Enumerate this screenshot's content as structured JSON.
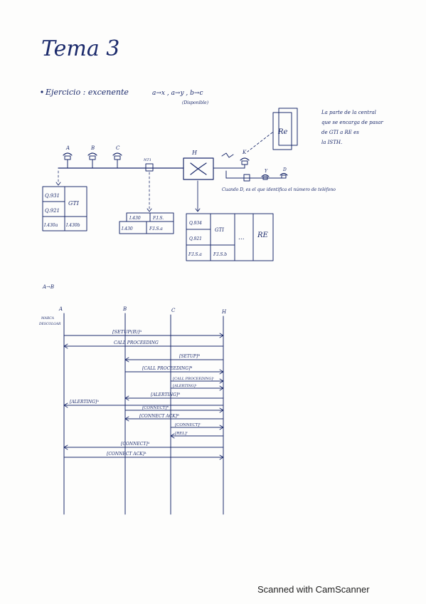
{
  "title": "Tema 3",
  "exercise": {
    "label": "Ejercicio : excenente",
    "connections": "a→x , a→y , b→c",
    "note": "(Disponible)"
  },
  "side_note": [
    "La parte de la central",
    "que se encarga de pasar",
    "de GTI a RE es",
    "la ISTH."
  ],
  "d_note": "Cuando D, es el que identifica el número de teléfono",
  "nodes": {
    "a": "A",
    "b": "B",
    "c": "C",
    "nt": "NT1",
    "x": "K",
    "y": "Y",
    "h": "H",
    "d": "D"
  },
  "box_left": {
    "r1": "Q.931",
    "r2": "Q.921",
    "r3a": "I.430a",
    "r3b": "I.430b",
    "gti": "GTI"
  },
  "box_mid": {
    "top_a": "I.430",
    "top_b": "F.I.S.",
    "bot_a": "I.430",
    "bot_b": "F.I.S.a"
  },
  "box_right": {
    "r1": "Q.934",
    "r2": "Q.921",
    "r3a": "F.I.S.a",
    "r3b": "F.I.S.b",
    "gti": "GTI",
    "dots": "...",
    "re": "RE"
  },
  "re_top": "Re",
  "seq_title": "A→B",
  "seq_cols": [
    "A",
    "B",
    "C",
    "H"
  ],
  "seq_left_note": [
    "MARCA",
    "DESCOLGAR"
  ],
  "messages": [
    "[SETUP(B)]ᴬ",
    "CALL PROCEEDING",
    "[SETUP]ᴮ",
    "[CALL PROCEEDING]ᴮ",
    "[CALL PROCEEDING]ᶜ",
    "[ALERTING]ᶜ",
    "[ALERTING]ᴮ",
    "[ALERTING]ᴬ",
    "[CONNECT]ᴮ",
    "[CONNECT ACK]ᴮ",
    "[CONNECT]ᶜ",
    "[REL]ᶜ",
    "[CONNECT]ᴬ",
    "[CONNECT ACK]ᴬ"
  ],
  "footer": "Scanned with CamScanner"
}
